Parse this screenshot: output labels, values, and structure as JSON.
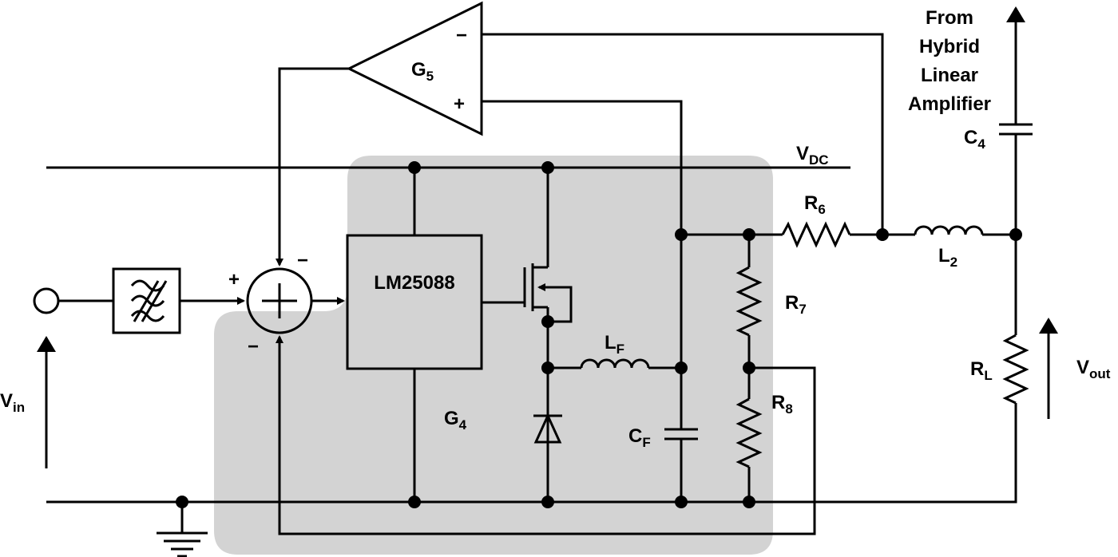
{
  "labels": {
    "from_line1": "From",
    "from_line2": "Hybrid",
    "from_line3": "Linear",
    "from_line4": "Amplifier",
    "g5": {
      "main": "G",
      "sub": "5"
    },
    "g4": {
      "main": "G",
      "sub": "4"
    },
    "vdc": {
      "main": "V",
      "sub": "DC"
    },
    "c4": {
      "main": "C",
      "sub": "4"
    },
    "r6": {
      "main": "R",
      "sub": "6"
    },
    "l2": {
      "main": "L",
      "sub": "2"
    },
    "r7": {
      "main": "R",
      "sub": "7"
    },
    "r8": {
      "main": "R",
      "sub": "8"
    },
    "rl": {
      "main": "R",
      "sub": "L"
    },
    "lf": {
      "main": "L",
      "sub": "F"
    },
    "cf": {
      "main": "C",
      "sub": "F"
    },
    "vin": {
      "main": "V",
      "sub": "in"
    },
    "vout": {
      "main": "V",
      "sub": "out"
    },
    "ic": "LM25088",
    "plus": "+",
    "minus": "−"
  },
  "colors": {
    "wire": "#000000",
    "shaded_block": "#d3d3d3",
    "background": "#ffffff"
  },
  "icons": [
    "filter-icon",
    "summing-junction-icon",
    "mosfet-icon",
    "diode-icon",
    "ground-icon",
    "input-terminal-icon"
  ]
}
